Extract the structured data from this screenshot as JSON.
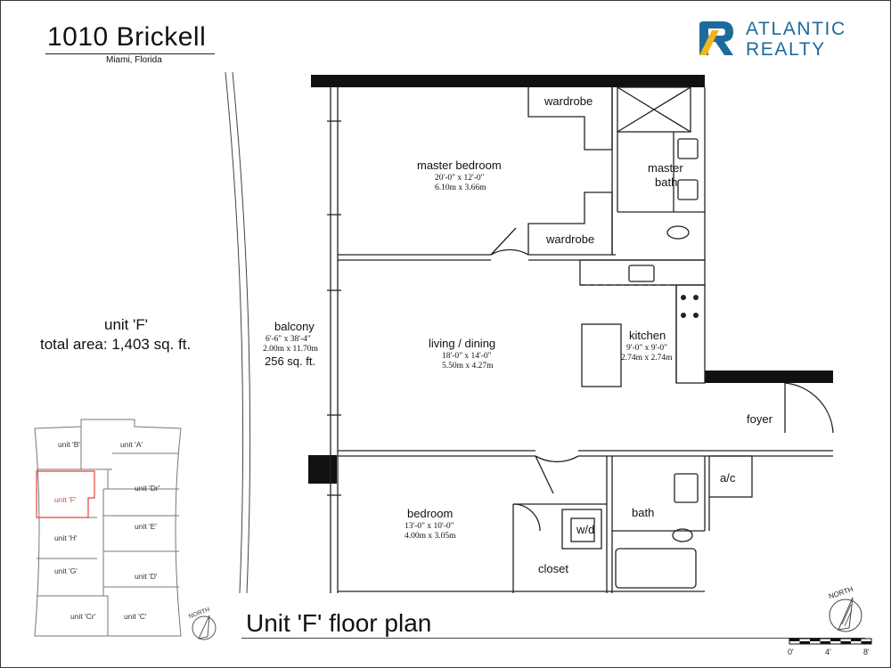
{
  "header": {
    "title": "1010 Brickell",
    "subtitle": "Miami, Florida"
  },
  "brand": {
    "line1": "ATLANTIC",
    "line2": "REALTY",
    "primary_color": "#1d6b9b",
    "accent_color": "#f2b51c"
  },
  "unit_info": {
    "unit_label": "unit 'F'",
    "total_area": "total area: 1,403 sq. ft."
  },
  "caption": "Unit 'F' floor plan",
  "rooms": {
    "wardrobe_top": "wardrobe",
    "wardrobe_bottom": "wardrobe",
    "master_bedroom": {
      "name": "master bedroom",
      "dim_ft": "20'-0\" x 12'-0\"",
      "dim_m": "6.10m x 3.66m"
    },
    "master_bath": {
      "line1": "master",
      "line2": "bath"
    },
    "balcony": {
      "name": "balcony",
      "dim_ft": "6'-6\" x 38'-4\"",
      "dim_m": "2.00m x 11.70m",
      "area": "256 sq. ft."
    },
    "living": {
      "name": "living / dining",
      "dim_ft": "18'-0\" x 14'-0\"",
      "dim_m": "5.50m x 4.27m"
    },
    "kitchen": {
      "name": "kitchen",
      "dim_ft": "9'-0\" x 9'-0\"",
      "dim_m": "2.74m x 2.74m"
    },
    "foyer": "foyer",
    "ac": "a/c",
    "bedroom": {
      "name": "bedroom",
      "dim_ft": "13'-0\" x 10'-0\"",
      "dim_m": "4.00m x 3.05m"
    },
    "bath": "bath",
    "wd": "w/d",
    "closet": "closet"
  },
  "key_plan": {
    "units": [
      "unit 'B'",
      "unit 'A'",
      "unit 'F'",
      "unit 'Dr'",
      "unit 'H'",
      "unit 'E'",
      "unit 'G'",
      "unit 'D'",
      "unit 'Cr'",
      "unit 'C'"
    ],
    "highlight_color": "#e0463c",
    "north": "NORTH"
  },
  "compass": {
    "label": "NORTH"
  },
  "scale_bar": {
    "ticks": [
      "0'",
      "4'",
      "8'"
    ]
  }
}
